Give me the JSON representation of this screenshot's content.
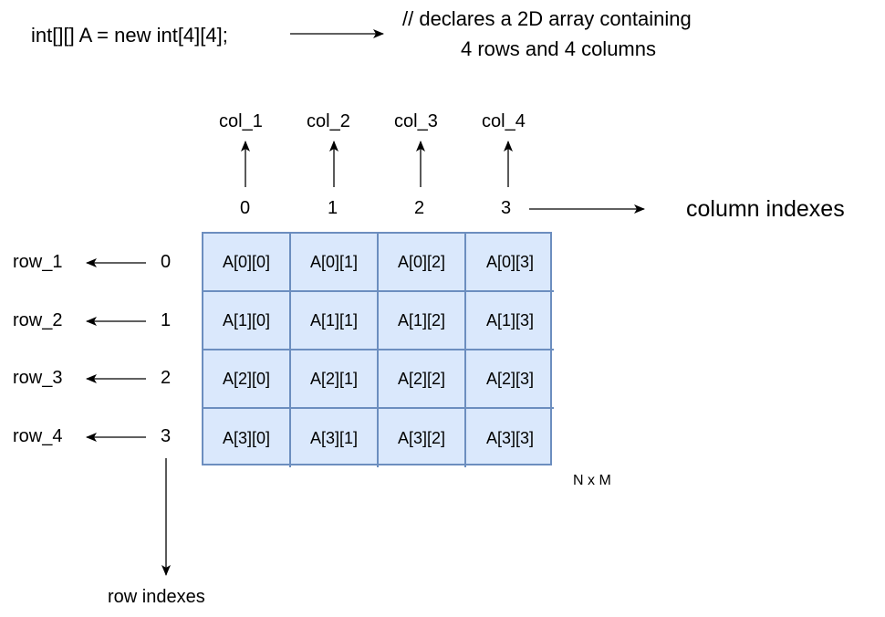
{
  "declaration": {
    "code": "int[][] A = new int[4][4];",
    "comment_line1": "// declares a 2D array containing",
    "comment_line2": "4 rows and 4 columns"
  },
  "columns": {
    "names": [
      "col_1",
      "col_2",
      "col_3",
      "col_4"
    ],
    "indexes": [
      "0",
      "1",
      "2",
      "3"
    ],
    "indexes_label": "column indexes"
  },
  "rows": {
    "names": [
      "row_1",
      "row_2",
      "row_3",
      "row_4"
    ],
    "indexes": [
      "0",
      "1",
      "2",
      "3"
    ],
    "indexes_label": "row indexes"
  },
  "matrix": {
    "cells": [
      [
        "A[0][0]",
        "A[0][1]",
        "A[0][2]",
        "A[0][3]"
      ],
      [
        "A[1][0]",
        "A[1][1]",
        "A[1][2]",
        "A[1][3]"
      ],
      [
        "A[2][0]",
        "A[2][1]",
        "A[2][2]",
        "A[2][3]"
      ],
      [
        "A[3][0]",
        "A[3][1]",
        "A[3][2]",
        "A[3][3]"
      ]
    ],
    "size_label": "N x M",
    "fill_color": "#dae8fc",
    "stroke_color": "#6c8ebf"
  }
}
